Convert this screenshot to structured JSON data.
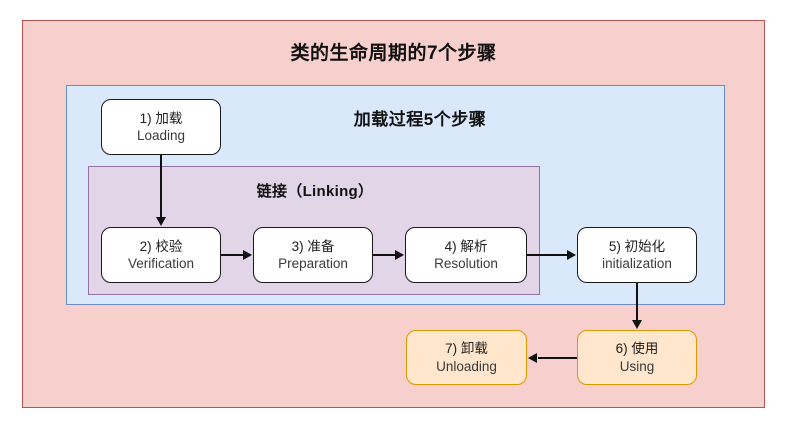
{
  "diagram": {
    "title": "类的生命周期的7个步骤",
    "groups": {
      "loading_process": {
        "label": "加载过程5个步骤",
        "color": "#dae8fc",
        "border_color": "#6c8ebf"
      },
      "linking": {
        "label": "链接（Linking）",
        "color": "#e1d5e7",
        "border_color": "#9673a6"
      },
      "lifecycle": {
        "color": "#f7cfcc",
        "border_color": "#b85450"
      }
    },
    "nodes": [
      {
        "id": "n1",
        "cn": "1) 加载",
        "en": "Loading",
        "style": "white"
      },
      {
        "id": "n2",
        "cn": "2) 校验",
        "en": "Verification",
        "style": "white"
      },
      {
        "id": "n3",
        "cn": "3) 准备",
        "en": "Preparation",
        "style": "white"
      },
      {
        "id": "n4",
        "cn": "4) 解析",
        "en": "Resolution",
        "style": "white"
      },
      {
        "id": "n5",
        "cn": "5) 初始化",
        "en": "initialization",
        "style": "white"
      },
      {
        "id": "n6",
        "cn": "6) 使用",
        "en": "Using",
        "style": "orange"
      },
      {
        "id": "n7",
        "cn": "7) 卸载",
        "en": "Unloading",
        "style": "orange"
      }
    ],
    "edges": [
      {
        "from": "n1",
        "to": "n2",
        "direction": "down"
      },
      {
        "from": "n2",
        "to": "n3",
        "direction": "right"
      },
      {
        "from": "n3",
        "to": "n4",
        "direction": "right"
      },
      {
        "from": "n4",
        "to": "n5",
        "direction": "right"
      },
      {
        "from": "n5",
        "to": "n6",
        "direction": "down"
      },
      {
        "from": "n6",
        "to": "n7",
        "direction": "left"
      }
    ]
  }
}
